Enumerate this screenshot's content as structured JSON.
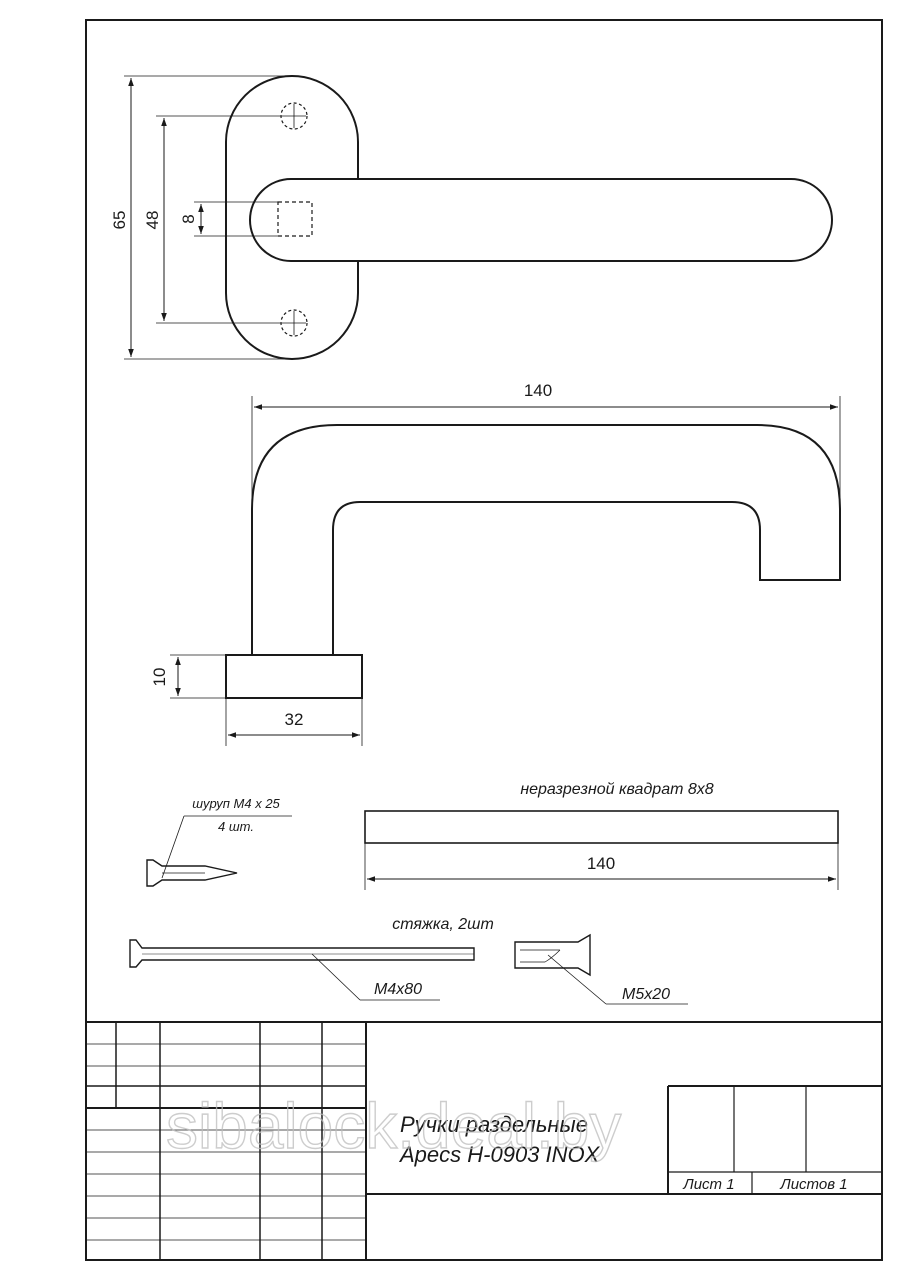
{
  "drawing": {
    "dimensions": {
      "rosette_height": "65",
      "screw_spacing": "48",
      "square_size": "8",
      "lever_length": "140",
      "rose_thickness": "10",
      "rose_width": "32",
      "spindle_length": "140"
    },
    "labels": {
      "spindle": "неразрезной квадрат 8х8",
      "screw_line1": "шуруп М4 х 25",
      "screw_line2": "4 шт.",
      "bolts_title": "стяжка, 2шт",
      "bolt_long": "М4х80",
      "bolt_short": "М5х20"
    }
  },
  "title_block": {
    "title_line1": "Ручки раздельные",
    "title_line2": "Apecs H-0903 INOX",
    "sheet_label": "Лист 1",
    "sheets_label": "Листов 1"
  },
  "watermark": "sibalock.deal.by",
  "colors": {
    "line": "#1a1a1a",
    "watermark": "#bdbdbd",
    "paper": "#ffffff"
  }
}
